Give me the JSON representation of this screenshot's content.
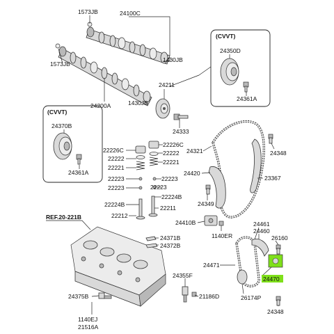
{
  "labels": {
    "p1573jb_top": "1573JB",
    "p24100c": "24100C",
    "p1573jb_mid": "1573JB",
    "p1430jb_top": "1430JB",
    "p24200a": "24200A",
    "p1430jb_bot": "1430JB",
    "p24211": "24211",
    "p24333": "24333",
    "cvvt_right": "(CVVT)",
    "p24350d": "24350D",
    "p24361a_right": "24361A",
    "cvvt_left": "(CVVT)",
    "p24370b": "24370B",
    "p24361a_left": "24361A",
    "p22226c_l": "22226C",
    "p22226c_r": "22226C",
    "p22222_l": "22222",
    "p22222_r": "22222",
    "p22221_l": "22221",
    "p22221_r": "22221",
    "p22223_l1": "22223",
    "p22223_r1": "22223",
    "p22223_l2": "22223",
    "p22223_r2": "22223",
    "p22224b_l": "22224B",
    "p22224b_r": "22224B",
    "p22211": "22211",
    "p22212": "22212",
    "p24321": "24321",
    "p24348_top": "24348",
    "p24420": "24420",
    "p23367": "23367",
    "p24349": "24349",
    "p24410b": "24410B",
    "p1140er": "1140ER",
    "ref": "REF.20-221B",
    "p24371b": "24371B",
    "p24372b": "24372B",
    "p24461": "24461",
    "p24460": "24460",
    "p26160": "26160",
    "p24471": "24471",
    "p24470": "24470",
    "p26174p": "26174P",
    "p24348_bot": "24348",
    "p24355f": "24355F",
    "p21186d": "21186D",
    "p24375b": "24375B",
    "p1140ej": "1140EJ",
    "p21516a": "21516A"
  },
  "colors": {
    "highlight": "#7fe01a",
    "line": "#222222",
    "part_fill": "#d9d9d9"
  }
}
